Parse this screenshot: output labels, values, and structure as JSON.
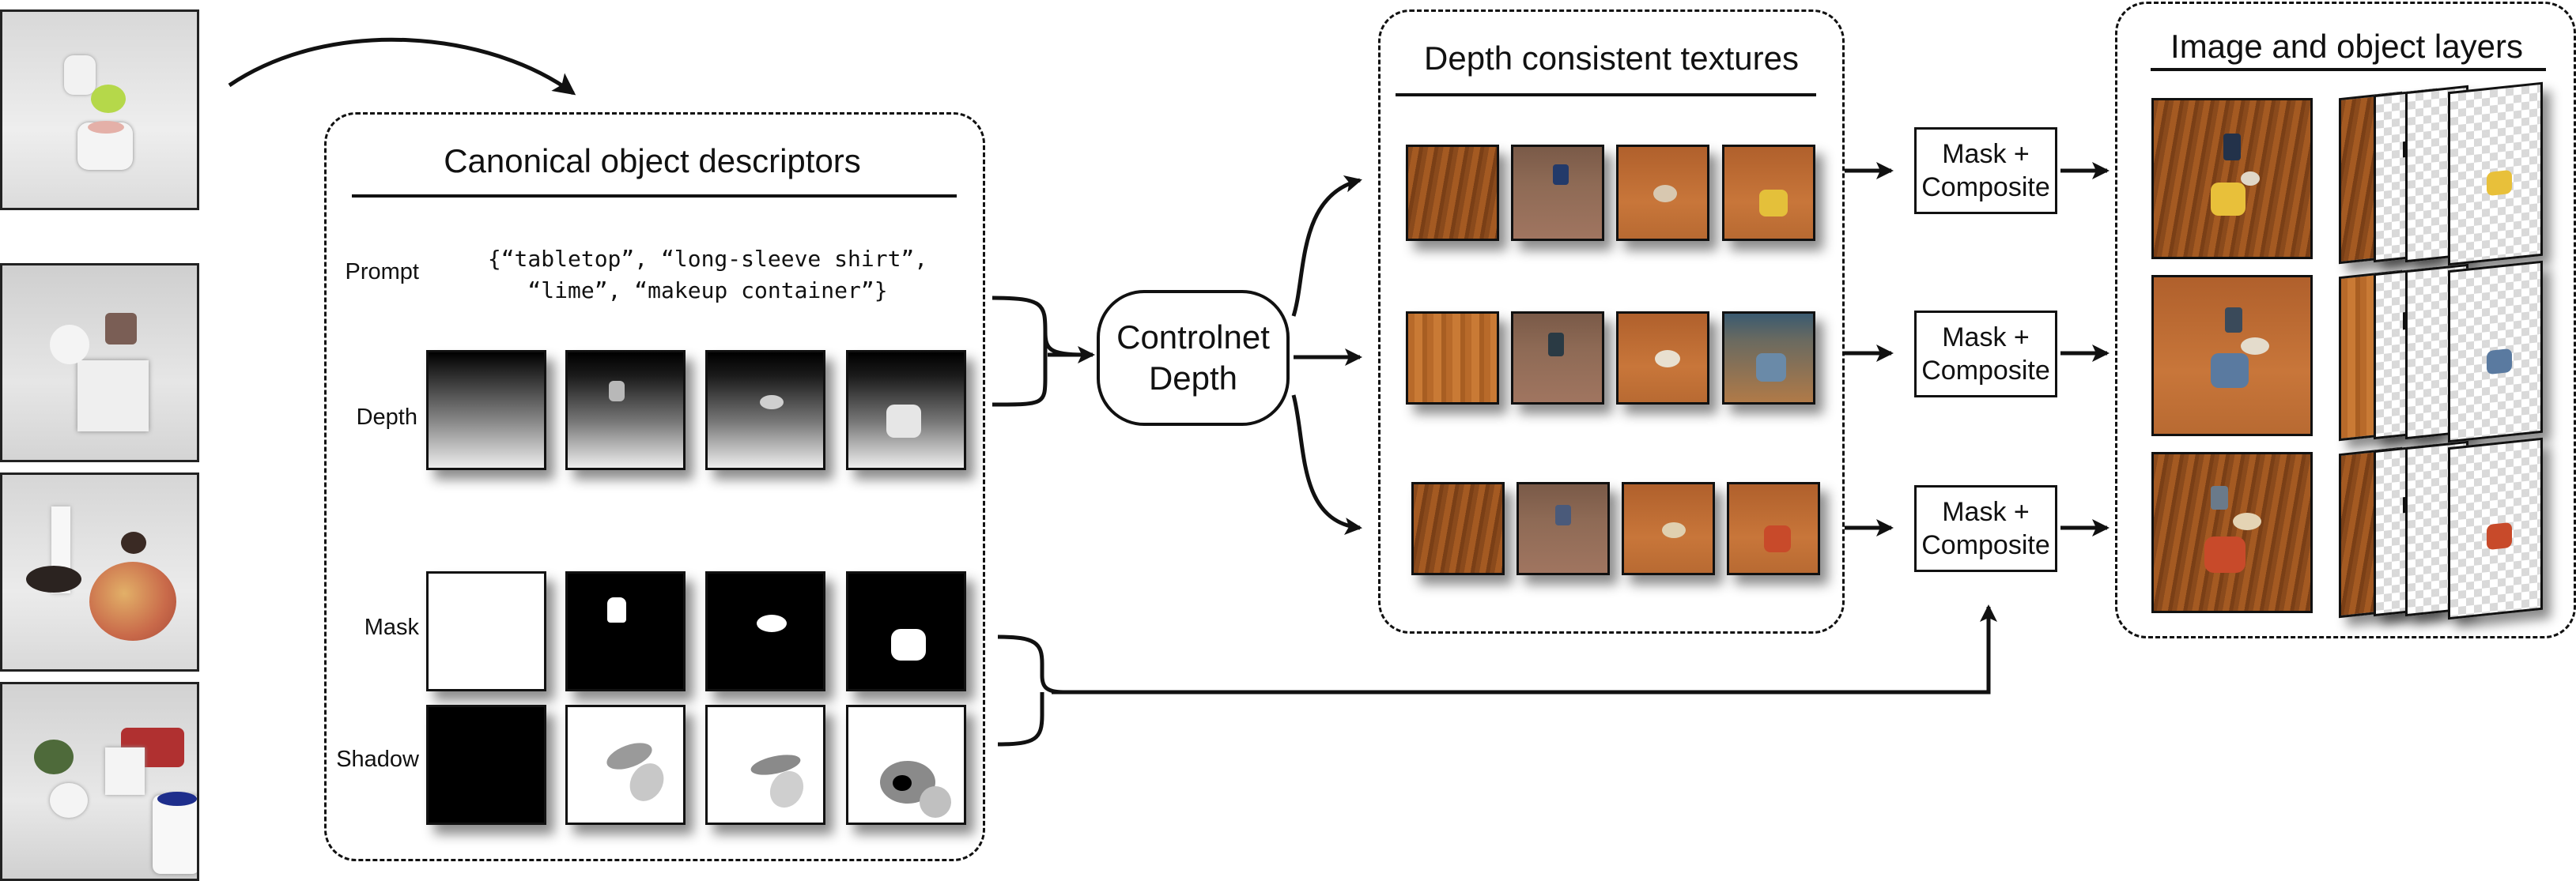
{
  "canonical": {
    "title": "Canonical object descriptors",
    "prompt_label": "Prompt",
    "prompt_text": "{“tabletop”, “long-sleeve shirt”,\n“lime”, “makeup container”}",
    "depth_label": "Depth",
    "mask_label": "Mask",
    "shadow_label": "Shadow"
  },
  "controlnet": {
    "line1": "Controlnet",
    "line2": "Depth"
  },
  "textures": {
    "title": "Depth consistent textures"
  },
  "composite": {
    "line1": "Mask +",
    "line2": "Composite"
  },
  "layers": {
    "title": "Image and object layers"
  },
  "colors": {
    "stroke": "#111111",
    "background": "#ffffff"
  }
}
